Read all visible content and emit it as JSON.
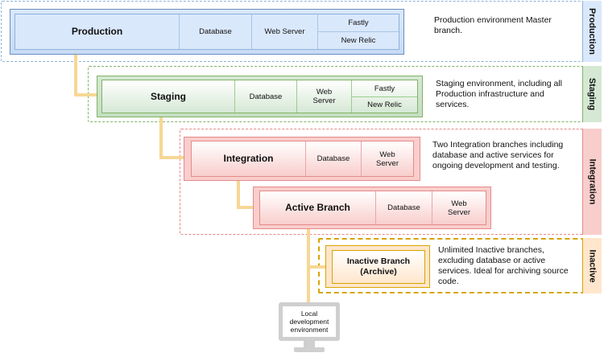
{
  "diagram": {
    "tabs": {
      "production": "Production",
      "staging": "Staging",
      "integration": "Integration",
      "inactive": "Inactive"
    },
    "production": {
      "name": "Production",
      "database": "Database",
      "web_server": "Web Server",
      "fastly": "Fastly",
      "new_relic": "New Relic",
      "description": "Production environment Master branch."
    },
    "staging": {
      "name": "Staging",
      "database": "Database",
      "web_server": "Web Server",
      "fastly": "Fastly",
      "new_relic": "New Relic",
      "description": "Staging environment, including all Production infrastructure and services."
    },
    "integration": {
      "name": "Integration",
      "database": "Database",
      "web_server": "Web Server",
      "description": "Two Integration branches including database and active services for ongoing development and testing."
    },
    "active_branch": {
      "name": "Active Branch",
      "database": "Database",
      "web_server": "Web Server"
    },
    "inactive_branch": {
      "name": "Inactive Branch (Archive)",
      "description": "Unlimited Inactive branches, excluding database or active services. Ideal for archiving source code."
    },
    "local": {
      "label": "Local development environment"
    },
    "colors": {
      "production": "#dae8fc",
      "staging": "#d5e8d4",
      "integration": "#f8cecc",
      "inactive": "#ffe6cc",
      "connector": "#f7d794"
    }
  }
}
